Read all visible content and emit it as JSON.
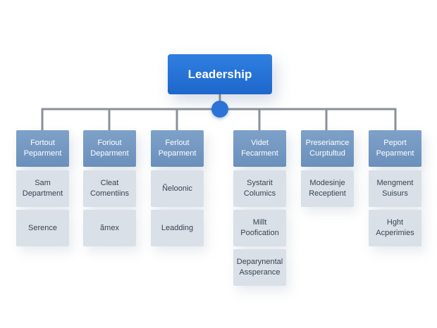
{
  "root": {
    "label": "Leadership"
  },
  "columns": [
    {
      "head": [
        "Fortout",
        "Peparment"
      ],
      "cells": [
        [
          "Sam",
          "Department"
        ],
        [
          "Serence"
        ]
      ]
    },
    {
      "head": [
        "Foriout",
        "Deparment"
      ],
      "cells": [
        [
          "Cleat",
          "Comentiins"
        ],
        [
          "ãmex"
        ]
      ]
    },
    {
      "head": [
        "Ferlout",
        "Peparment"
      ],
      "cells": [
        [
          "Ñeloonic"
        ],
        [
          "Leadding"
        ]
      ]
    },
    {
      "head": [
        "Videt",
        "Fecarment"
      ],
      "cells": [
        [
          "Systarit",
          "Columics"
        ],
        [
          "Millt",
          "Poofication"
        ],
        [
          "Deparynental",
          "Assperance"
        ]
      ]
    },
    {
      "head": [
        "Preseriamce",
        "Curptultud"
      ],
      "cells": [
        [
          "Modesinje",
          "Receptient"
        ]
      ]
    },
    {
      "head": [
        "Peport",
        "Peparment"
      ],
      "cells": [
        [
          "Mengment",
          "Suisurs"
        ],
        [
          "Hght",
          "Acperimies"
        ]
      ]
    }
  ]
}
